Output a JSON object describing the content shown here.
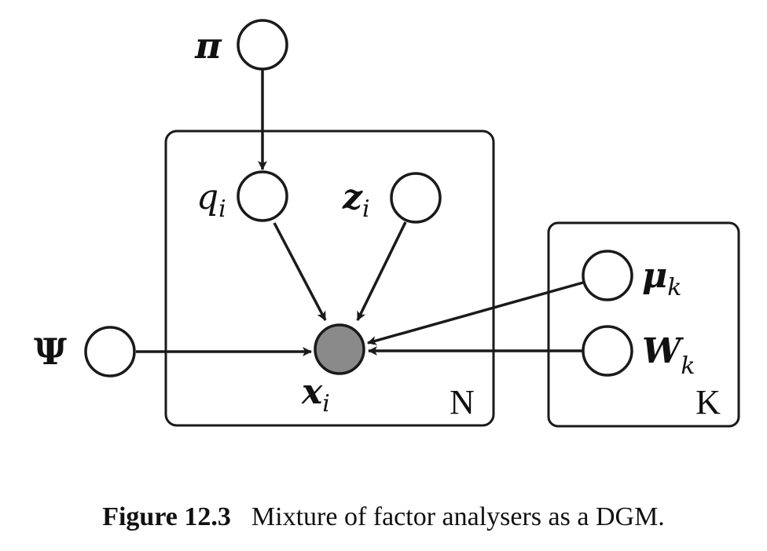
{
  "nodes": {
    "pi": {
      "label": "π"
    },
    "q": {
      "label": "q",
      "sub": "i"
    },
    "z": {
      "label": "z",
      "sub": "i"
    },
    "psi": {
      "label": "Ψ"
    },
    "x": {
      "label": "x",
      "sub": "i"
    },
    "mu": {
      "label": "μ",
      "sub": "k"
    },
    "W": {
      "label": "W",
      "sub": "k"
    }
  },
  "plates": {
    "N": {
      "label": "N"
    },
    "K": {
      "label": "K"
    }
  },
  "caption": {
    "figure_label": "Figure 12.3",
    "text": "Mixture of factor analysers as a DGM."
  },
  "colors": {
    "node_fill": "#ffffff",
    "observed_fill": "#8a8a8a",
    "stroke": "#1a1a1a"
  }
}
